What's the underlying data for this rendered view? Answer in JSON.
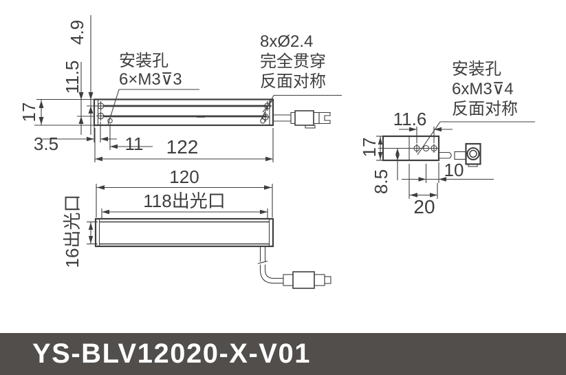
{
  "side_view": {
    "dims": {
      "d49": "4.9",
      "d115": "11.5",
      "d17": "17",
      "d35": "3.5",
      "d11": "11",
      "d122": "122"
    },
    "note_mounting": [
      "安装孔",
      "6×M3⊽3"
    ],
    "note_through": [
      "8xØ2.4",
      "完全贯穿",
      "反面对称"
    ]
  },
  "front_view": {
    "dims": {
      "d120": "120",
      "d118": "118出光口",
      "d16": "16出光口"
    }
  },
  "end_view": {
    "dims": {
      "d116": "11.6",
      "d17": "17",
      "d85": "8.5",
      "d10": "10",
      "d20": "20"
    },
    "note_mounting": [
      "安装孔",
      "6xM3⊽4",
      "反面对称"
    ]
  },
  "footer": {
    "model": "YS-BLV12020-X-V01",
    "background": "#514e4c",
    "text_color": "#ffffff"
  },
  "colors": {
    "line": "#3e3e40",
    "background": "#ffffff"
  }
}
